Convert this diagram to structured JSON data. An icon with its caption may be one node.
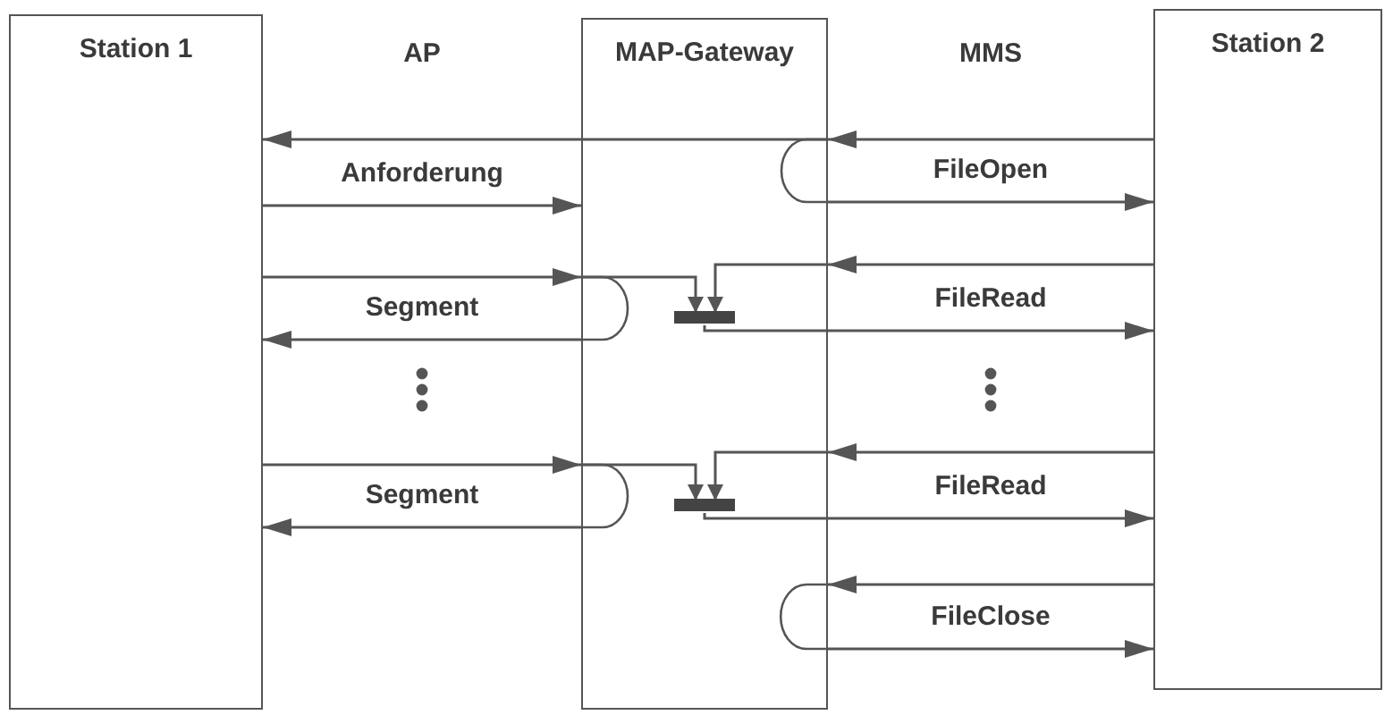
{
  "diagram": {
    "nodes": [
      {
        "text": [
          "Station 1"
        ]
      },
      {
        "text": [
          "MAP-Gateway"
        ]
      },
      {
        "text": [
          "Station 2"
        ]
      },
      {
        "text": [],
        "shape": "bar",
        "in": 1
      },
      {
        "text": [],
        "shape": "bar",
        "in": 1
      }
    ],
    "edges": [
      {
        "from": 2,
        "to": 1,
        "arrow": "to"
      },
      {
        "from": 1,
        "to": 0,
        "arrow": "to"
      },
      {
        "from": 0,
        "to": 1,
        "arrow": "to",
        "label": "Anforderung"
      },
      {
        "from": 1,
        "to": 2,
        "arrow": "to",
        "label": "FileOpen"
      },
      {
        "from": 2,
        "to": 1,
        "arrow": "to"
      },
      {
        "from": 0,
        "to": 1,
        "arrow": "to"
      },
      {
        "from": 1,
        "to": 3,
        "arrow": "to"
      },
      {
        "from": 1,
        "to": 3,
        "arrow": "to"
      },
      {
        "from": 1,
        "to": 0,
        "arrow": "to",
        "label": "Segment"
      },
      {
        "from": 3,
        "to": 2,
        "arrow": "to",
        "label": "FileRead"
      },
      {
        "from": 2,
        "to": 1,
        "arrow": "to"
      },
      {
        "from": 0,
        "to": 1,
        "arrow": "to"
      },
      {
        "from": 1,
        "to": 4,
        "arrow": "to"
      },
      {
        "from": 1,
        "to": 4,
        "arrow": "to"
      },
      {
        "from": 1,
        "to": 0,
        "arrow": "to",
        "label": "Segment"
      },
      {
        "from": 4,
        "to": 2,
        "arrow": "to",
        "label": "FileRead"
      },
      {
        "from": 2,
        "to": 1,
        "arrow": "to"
      },
      {
        "from": 1,
        "to": 2,
        "arrow": "to",
        "label": "FileClose"
      }
    ],
    "labels": [
      "AP",
      "MMS"
    ]
  }
}
